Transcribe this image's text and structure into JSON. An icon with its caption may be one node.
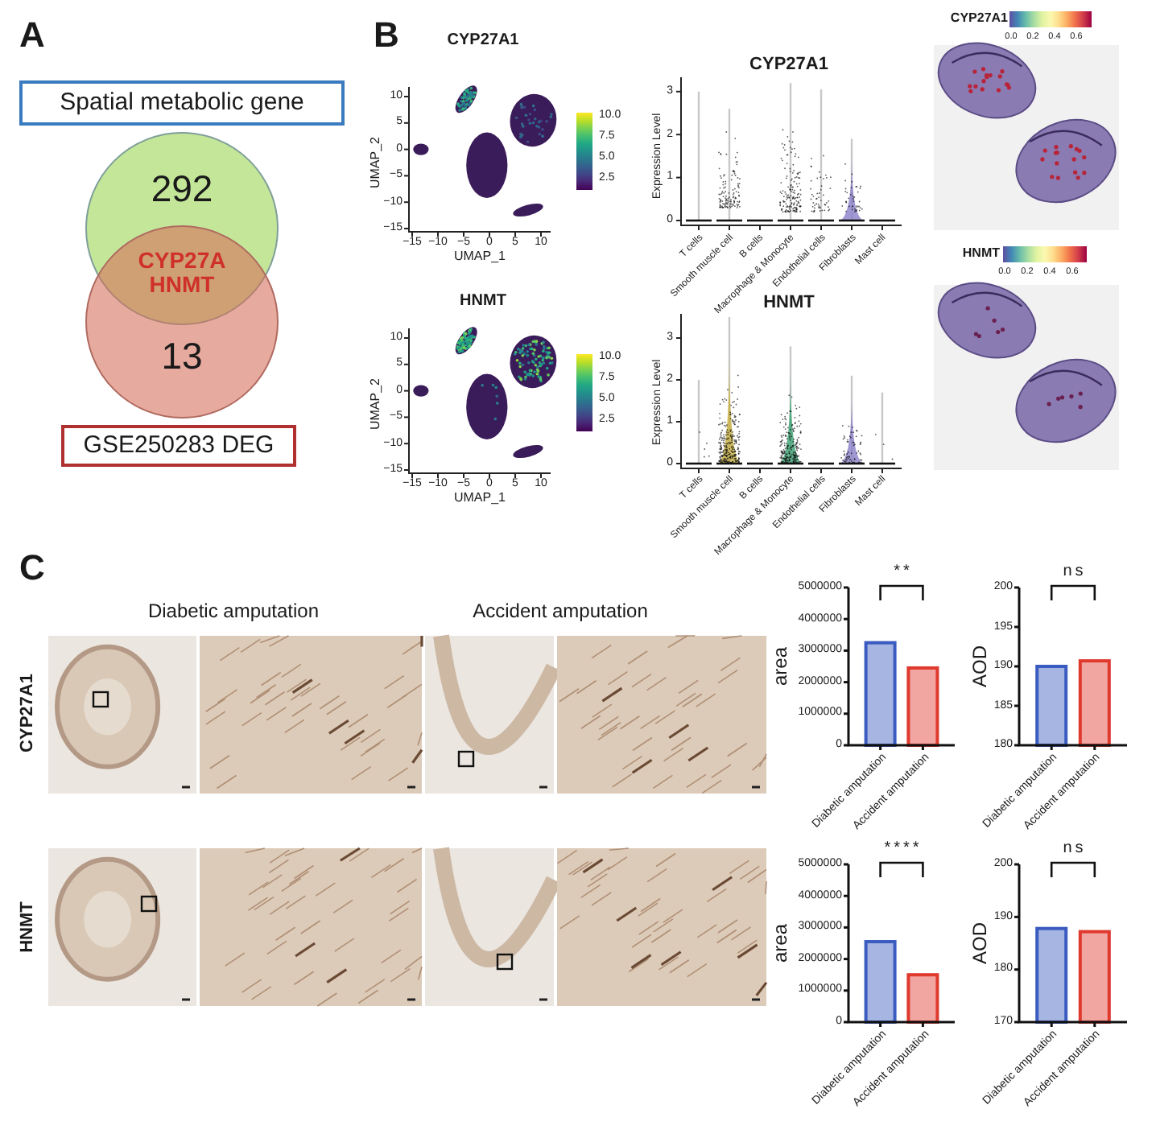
{
  "diagram": {
    "nodes": [
      {
        "text": [
          "Spatial metabolic gene"
        ]
      },
      {
        "text": [
          "292"
        ]
      },
      {
        "text": [
          "13"
        ]
      },
      {
        "text": [
          "GSE250283 DEG"
        ]
      }
    ],
    "labels": [
      "A",
      "CYP27A HNMT",
      "B",
      "CYP27A1",
      "UMAP_2",
      "10",
      "5",
      "0",
      "−5",
      "−10",
      "−15",
      "−15",
      "−10",
      "−5",
      "0",
      "5",
      "10",
      "UMAP_1",
      "10.0",
      "7.5",
      "5.0",
      "2.5",
      "HNMT",
      "UMAP_2",
      "10",
      "5",
      "0",
      "−5",
      "−10",
      "−15",
      "−15",
      "−10",
      "−5",
      "0",
      "5",
      "10",
      "UMAP_1",
      "10.0",
      "7.5",
      "5.0",
      "2.5",
      "CYP27A1",
      "Expression Level",
      "3",
      "2",
      "1",
      "0",
      "T cells",
      "Smooth muscle cell",
      "B cells",
      "Macrophage & Monocyte",
      "Endothelial cells",
      "Fibroblasts",
      "Mast cell",
      "HNMT",
      "Expression Level",
      "3",
      "2",
      "1",
      "0",
      "T cells",
      "Smooth muscle cell",
      "B cells",
      "Macrophage & Monocyte",
      "Endothelial cells",
      "Fibroblasts",
      "Mast cell",
      "CYP27A1",
      "0.0",
      "0.2",
      "0.4",
      "0.6",
      "HNMT",
      "0.0",
      "0.2",
      "0.4",
      "0.6",
      "C",
      "Diabetic amputation",
      "Accident amputation",
      "CYP27A1",
      "HNMT"
    ],
    "chart_data": [
      {
        "type": "bar",
        "ylabel": "area",
        "categories": [
          "Diabetic amputation",
          "Accident amputation"
        ],
        "series": [
          {
            "color": "#3a5bbf",
            "values": [
              3250000,
              null
            ]
          },
          {
            "color": "#e0392e",
            "values": [
              null,
              2450000
            ]
          }
        ],
        "ylim": [
          0,
          5000000
        ],
        "yticks": [
          0,
          1000000,
          2000000,
          3000000,
          4000000,
          5000000
        ],
        "annotations": [
          "**"
        ]
      },
      {
        "type": "bar",
        "ylabel": "AOD",
        "categories": [
          "Diabetic amputation",
          "Accident amputation"
        ],
        "series": [
          {
            "color": "#3a5bbf",
            "values": [
              190,
              null
            ]
          },
          {
            "color": "#e0392e",
            "values": [
              null,
              190.7
            ]
          }
        ],
        "ylim": [
          180,
          200
        ],
        "yticks": [
          180,
          185,
          190,
          195,
          200
        ],
        "annotations": [
          "ns"
        ]
      },
      {
        "type": "bar",
        "ylabel": "area",
        "categories": [
          "Diabetic amputation",
          "Accident amputation"
        ],
        "series": [
          {
            "color": "#3a5bbf",
            "values": [
              2550000,
              null
            ]
          },
          {
            "color": "#e0392e",
            "values": [
              null,
              1500000
            ]
          }
        ],
        "ylim": [
          0,
          5000000
        ],
        "yticks": [
          0,
          1000000,
          2000000,
          3000000,
          4000000,
          5000000
        ],
        "annotations": [
          "****"
        ]
      },
      {
        "type": "bar",
        "ylabel": "AOD",
        "categories": [
          "Diabetic amputation",
          "Accident amputation"
        ],
        "series": [
          {
            "color": "#3a5bbf",
            "values": [
              187.8,
              null
            ]
          },
          {
            "color": "#e0392e",
            "values": [
              null,
              187.2
            ]
          }
        ],
        "ylim": [
          170,
          200
        ],
        "yticks": [
          170,
          180,
          190,
          200
        ],
        "annotations": [
          "ns"
        ]
      }
    ]
  }
}
